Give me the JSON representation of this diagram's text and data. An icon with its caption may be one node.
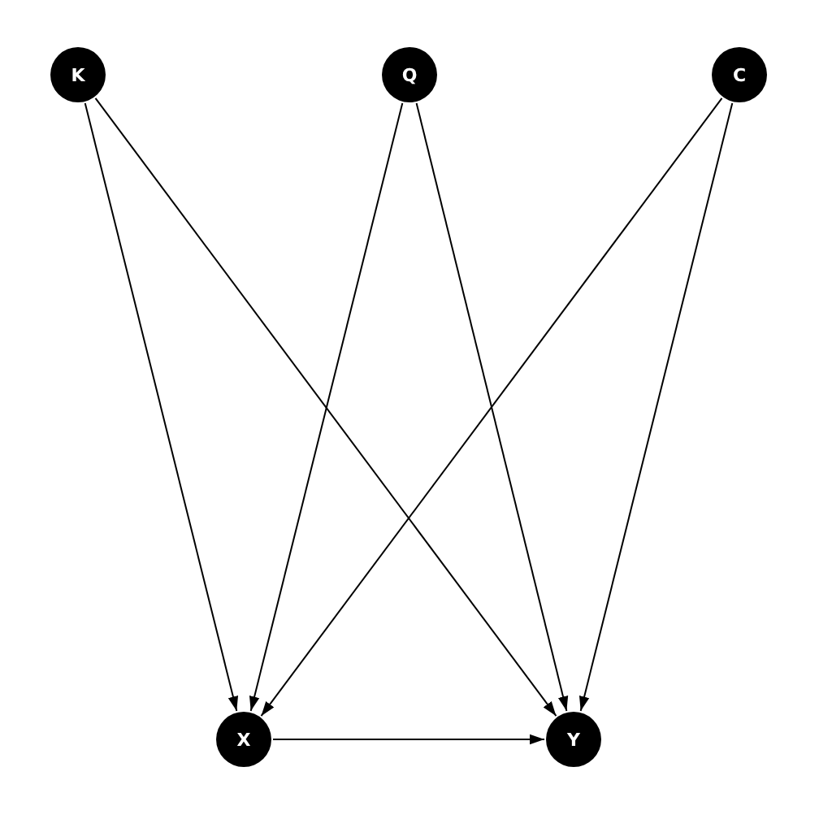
{
  "diagram": {
    "nodes": [
      {
        "text": [
          "K"
        ]
      },
      {
        "text": [
          "Q"
        ]
      },
      {
        "text": [
          "C"
        ]
      },
      {
        "text": [
          "X"
        ]
      },
      {
        "text": [
          "Y"
        ]
      }
    ],
    "edges": [
      {
        "from": 0,
        "to": 3,
        "arrow": "to"
      },
      {
        "from": 0,
        "to": 4,
        "arrow": "to"
      },
      {
        "from": 1,
        "to": 3,
        "arrow": "to"
      },
      {
        "from": 1,
        "to": 4,
        "arrow": "to"
      },
      {
        "from": 2,
        "to": 3,
        "arrow": "to"
      },
      {
        "from": 2,
        "to": 4,
        "arrow": "to"
      },
      {
        "from": 3,
        "to": 4,
        "arrow": "to"
      }
    ]
  }
}
